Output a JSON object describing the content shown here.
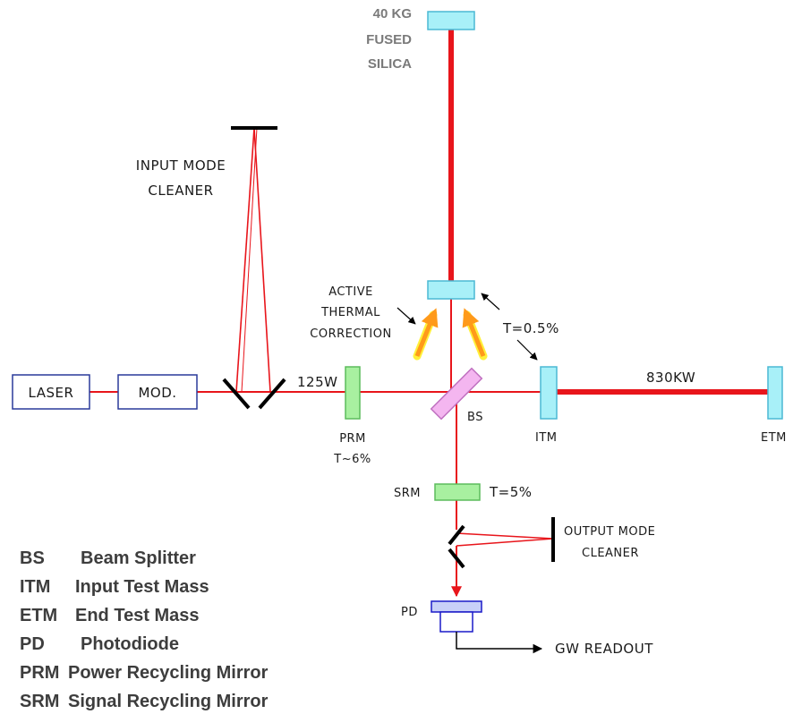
{
  "labels": {
    "fused_silica": [
      "40 KG",
      "FUSED",
      "SILICA"
    ],
    "input_mode_cleaner": [
      "INPUT MODE",
      "CLEANER"
    ],
    "active_thermal_correction": [
      "ACTIVE",
      "THERMAL",
      "CORRECTION"
    ],
    "itm_transmission": "T=0.5%",
    "arm_power": "830KW",
    "laser": "LASER",
    "modulator": "MOD.",
    "input_power": "125W",
    "bs": "BS",
    "itm": "ITM",
    "etm": "ETM",
    "prm": [
      "PRM",
      "T~6%"
    ],
    "srm": "SRM",
    "srm_transmission": "T=5%",
    "output_mode_cleaner": [
      "OUTPUT  MODE",
      "CLEANER"
    ],
    "pd": "PD",
    "gw_readout": "GW READOUT"
  },
  "legend": [
    {
      "abbr": "BS",
      "desc": "Beam Splitter"
    },
    {
      "abbr": "ITM",
      "desc": "Input Test Mass"
    },
    {
      "abbr": "ETM",
      "desc": "End Test Mass"
    },
    {
      "abbr": "PD",
      "desc": "Photodiode"
    },
    {
      "abbr": "PRM",
      "desc": "Power Recycling Mirror"
    },
    {
      "abbr": "SRM",
      "desc": "Signal Recycling Mirror"
    }
  ],
  "colors": {
    "beam": "#e8151b",
    "mass_fill": "#a8f0f8",
    "mass_stroke": "#4bb9d4",
    "recycling_fill": "#a8f0a0",
    "recycling_stroke": "#5cbc5c",
    "bs_fill": "#f4b6f0",
    "bs_stroke": "#c070c0",
    "box_stroke": "#2a3a9a",
    "pd_stroke": "#1a1ac8",
    "pd_fill": "#c8d0f8",
    "arrow_orange": "#ff9a1a",
    "arrow_yellow": "#fff03a"
  }
}
